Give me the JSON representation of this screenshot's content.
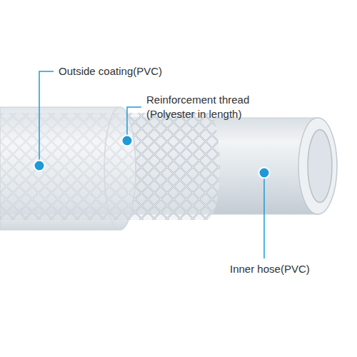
{
  "diagram": {
    "labels": [
      "Outside coating(PVC)",
      "Reinforcement thread (Polyester in length)",
      "Inner hose(PVC)"
    ]
  }
}
